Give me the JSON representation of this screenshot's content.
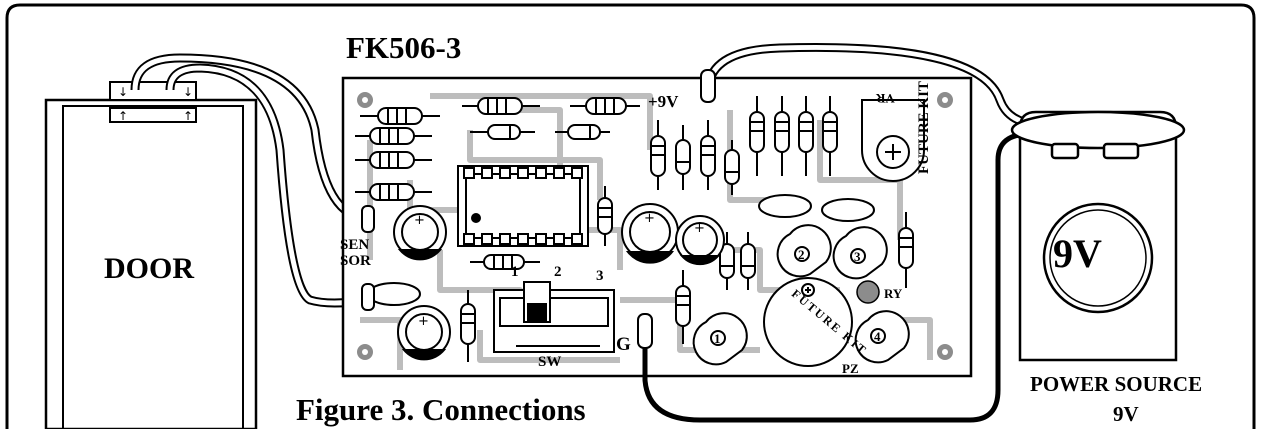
{
  "diagram": {
    "title": "FK506-3",
    "caption": "Figure 3. Connections",
    "door_label": "DOOR",
    "sensor_label_line1": "SEN",
    "sensor_label_line2": "SOR",
    "plus_9v_label": "+9V",
    "vr_label": "VR",
    "relay_label": "RY",
    "ground_label": "G",
    "switch_label": "SW",
    "switch_positions": [
      "1",
      "2",
      "3"
    ],
    "piezo_label": "PZ",
    "piezo_brand": "FUTURE KIT",
    "board_brand": "FUTURE KIT",
    "transistor_numbers": [
      "1",
      "2",
      "3",
      "4"
    ],
    "battery_label": "9V",
    "power_source_line1": "POWER SOURCE",
    "power_source_line2": "9V",
    "colors": {
      "line": "#000000",
      "background": "#ffffff",
      "pcb_trace": "#bdbdbd",
      "pad": "#8c8c8c"
    }
  }
}
